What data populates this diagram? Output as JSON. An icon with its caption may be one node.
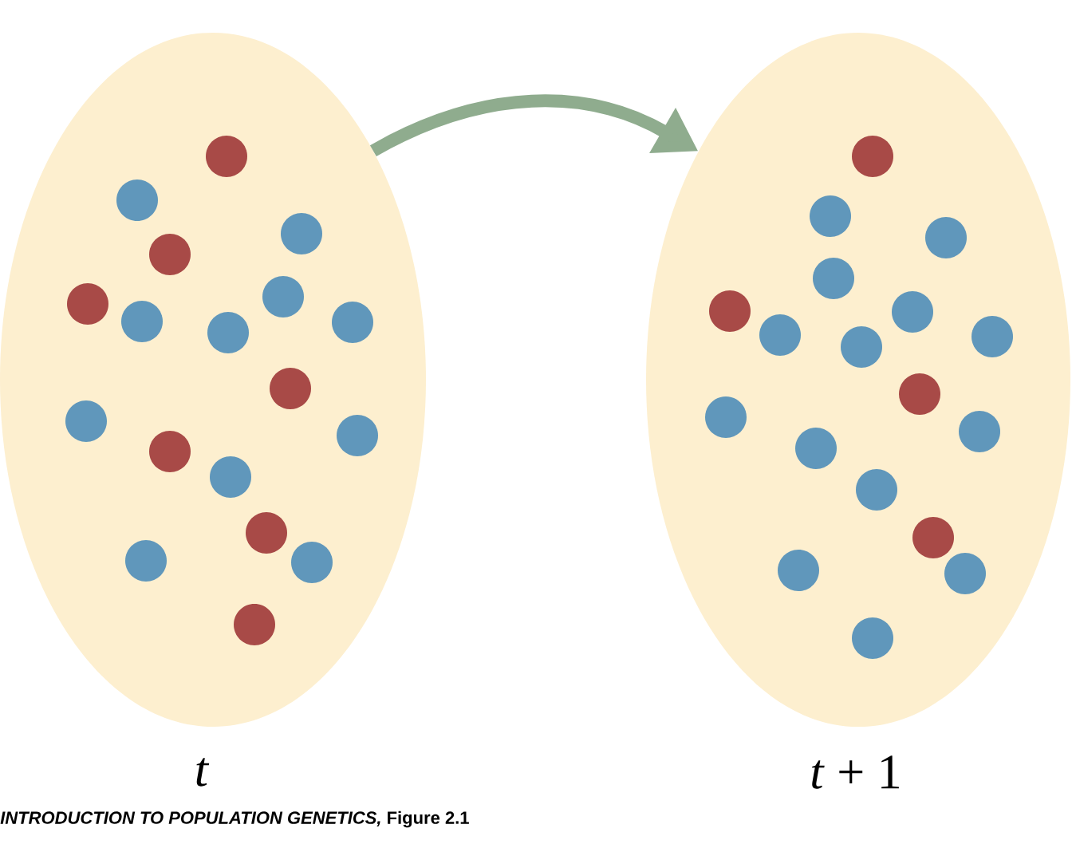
{
  "diagram": {
    "caption": "*INTRODUCTION TO POPULATION GENETICS,* Figure 2.1",
    "nodes": [
      {
        "text": [],
        "shape": "ellipse",
        "beside": [
          "*t*"
        ]
      },
      {
        "text": [],
        "shape": "ellipse",
        "beside": [
          "*t* + 1"
        ]
      }
    ],
    "edges": [
      {
        "from": 0,
        "to": 1,
        "arrow": "to"
      }
    ]
  }
}
